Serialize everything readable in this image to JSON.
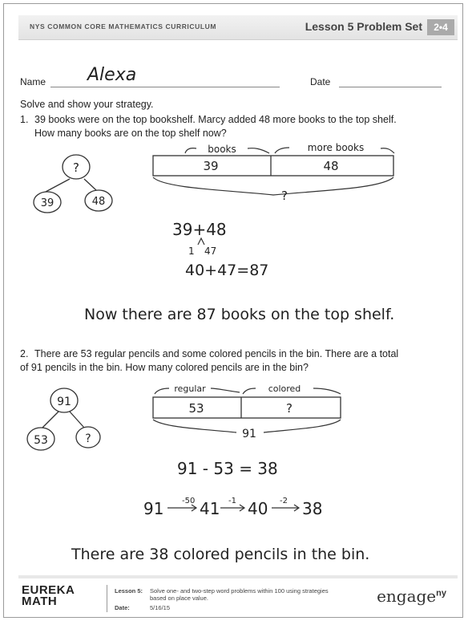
{
  "header": {
    "curriculum": "NYS COMMON CORE MATHEMATICS CURRICULUM",
    "lesson": "Lesson 5 Problem Set",
    "grade_badge": "2•4"
  },
  "form": {
    "name_label": "Name",
    "name_value": "Alexa",
    "date_label": "Date"
  },
  "instructions": "Solve and show your strategy.",
  "problem1": {
    "number": "1.",
    "line1": "39 books were on the top bookshelf.  Marcy added 48 more books to the top shelf.",
    "line2": "How many books are on the top shelf now?",
    "bond_whole": "?",
    "bond_part1": "39",
    "bond_part2": "48",
    "tape_label1": "books",
    "tape_label2": "more books",
    "tape_value1": "39",
    "tape_value2": "48",
    "tape_total": "?",
    "work_line1": "39+48",
    "work_line2": "1",
    "work_line2b": "47",
    "work_line3": "40+47=87",
    "answer": "Now there are 87 books on the top shelf."
  },
  "problem2": {
    "number": "2.",
    "line1": "There are 53 regular pencils and some colored pencils in the bin.  There are a total",
    "line2": "of 91 pencils in the bin.  How many colored pencils are in the bin?",
    "bond_whole": "91",
    "bond_part1": "53",
    "bond_part2": "?",
    "tape_label1": "regular",
    "tape_label2": "colored",
    "tape_value1": "53",
    "tape_value2": "?",
    "tape_total": "91",
    "work_line1": "91 - 53 = 38",
    "arrow_start": "91",
    "arrow_step1": "-50",
    "arrow_mid1": "41",
    "arrow_step2": "-1",
    "arrow_mid2": "40",
    "arrow_step3": "-2",
    "arrow_end": "38",
    "answer": "There are 38 colored pencils in the bin."
  },
  "footer": {
    "logo_line1": "EUREKA",
    "logo_line2": "MATH",
    "lesson_label": "Lesson 5:",
    "date_label": "Date:",
    "description_line1": "Solve one- and two-step word problems within 100 using strategies",
    "description_line2": "based on place value.",
    "date_value": "5/16/15",
    "brand": "engage",
    "brand_sup": "ny"
  }
}
